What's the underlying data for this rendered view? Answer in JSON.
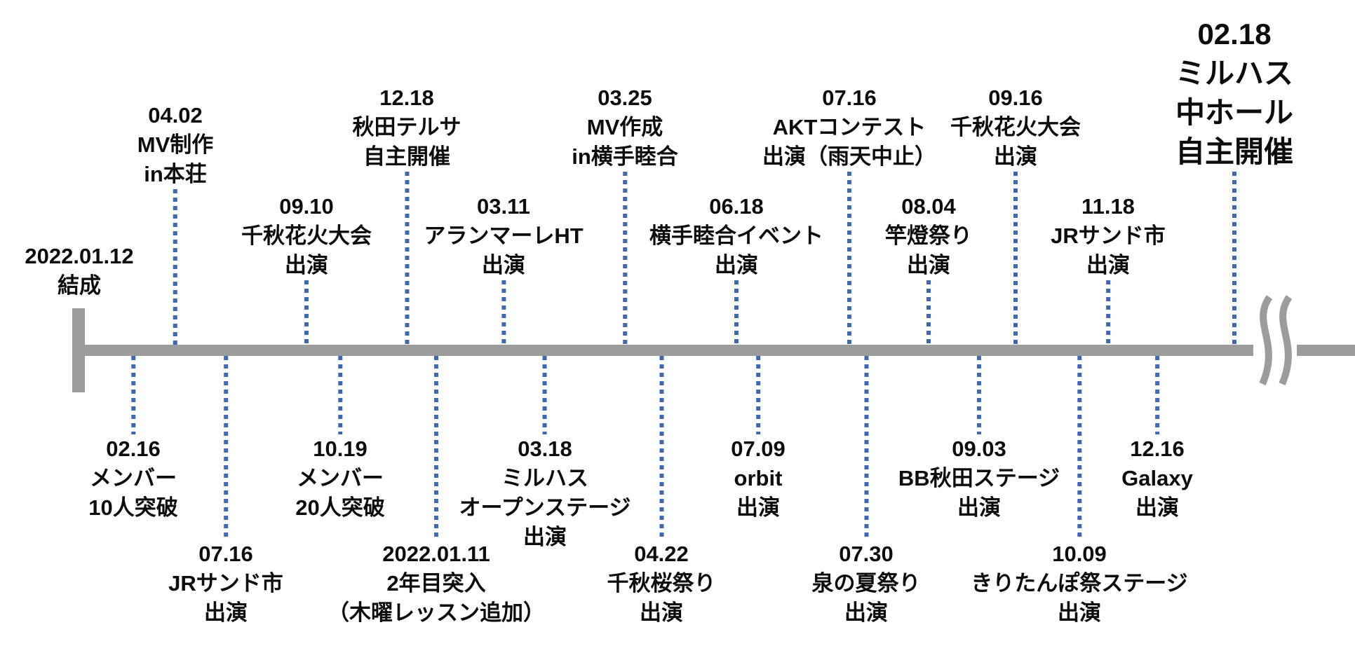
{
  "timeline": {
    "start": {
      "date": "2022.01.12",
      "label": "結成"
    },
    "break_symbol": "double-s-squiggle"
  },
  "events": [
    {
      "date": "04.02",
      "lines": [
        "MV制作",
        "in本荘"
      ]
    },
    {
      "date": "02.16",
      "lines": [
        "メンバー",
        "10人突破"
      ]
    },
    {
      "date": "07.16",
      "lines": [
        "JRサンド市",
        "出演"
      ]
    },
    {
      "date": "09.10",
      "lines": [
        "千秋花火大会",
        "出演"
      ]
    },
    {
      "date": "10.19",
      "lines": [
        "メンバー",
        "20人突破"
      ]
    },
    {
      "date": "12.18",
      "lines": [
        "秋田テルサ",
        "自主開催"
      ]
    },
    {
      "date": "2022.01.11",
      "lines": [
        "2年目突入",
        "（木曜レッスン追加）"
      ]
    },
    {
      "date": "03.11",
      "lines": [
        "アランマーレHT",
        "出演"
      ]
    },
    {
      "date": "03.18",
      "lines": [
        "ミルハス",
        "オープンステージ",
        "出演"
      ]
    },
    {
      "date": "03.25",
      "lines": [
        "MV作成",
        "in横手睦合"
      ]
    },
    {
      "date": "04.22",
      "lines": [
        "千秋桜祭り",
        "出演"
      ]
    },
    {
      "date": "06.18",
      "lines": [
        "横手睦合イベント",
        "出演"
      ]
    },
    {
      "date": "07.09",
      "lines": [
        "orbit",
        "出演"
      ]
    },
    {
      "date": "07.16",
      "lines": [
        "AKTコンテスト",
        "出演（雨天中止）"
      ]
    },
    {
      "date": "07.30",
      "lines": [
        "泉の夏祭り",
        "出演"
      ]
    },
    {
      "date": "08.04",
      "lines": [
        "竿燈祭り",
        "出演"
      ]
    },
    {
      "date": "09.03",
      "lines": [
        "BB秋田ステージ",
        "出演"
      ]
    },
    {
      "date": "09.16",
      "lines": [
        "千秋花火大会",
        "出演"
      ]
    },
    {
      "date": "10.09",
      "lines": [
        "きりたんぽ祭ステージ",
        "出演"
      ]
    },
    {
      "date": "11.18",
      "lines": [
        "JRサンド市",
        "出演"
      ]
    },
    {
      "date": "12.16",
      "lines": [
        "Galaxy",
        "出演"
      ]
    },
    {
      "date": "02.18",
      "lines": [
        "ミルハス",
        "中ホール",
        "自主開催"
      ]
    }
  ],
  "colors": {
    "accent_blue": "#4169b0",
    "bar_gray": "#9c9c9c",
    "text": "#0d0d0d",
    "background": "#ffffff"
  }
}
